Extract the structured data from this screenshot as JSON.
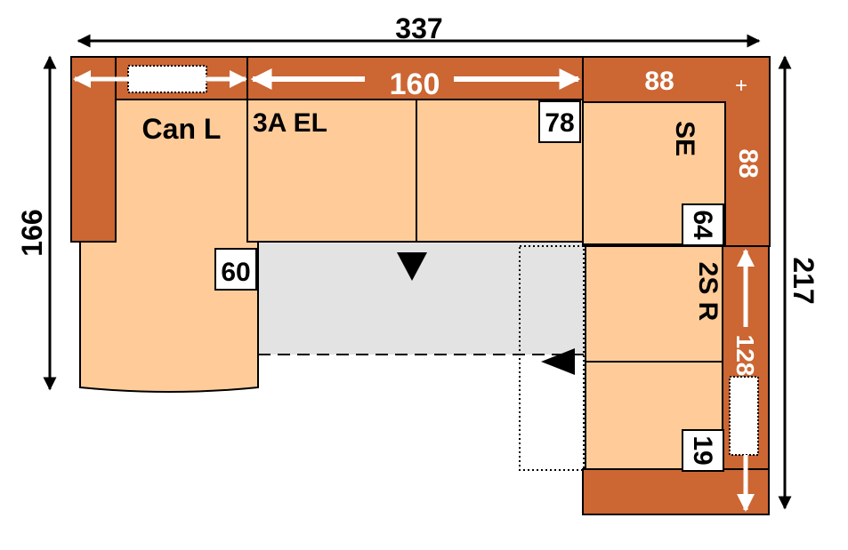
{
  "dimensions": {
    "total_width": "337",
    "left_depth": "166",
    "right_depth": "217",
    "back_center": "160",
    "corner_width": "88",
    "corner_depth": "88",
    "right_side": "128"
  },
  "modules": {
    "chaise": "Can L",
    "three_seat": "3A EL",
    "corner": "SE",
    "two_seat": "2S R"
  },
  "seat_depths": {
    "chaise": "60",
    "three_seat": "78",
    "corner": "64",
    "two_seat": "19"
  },
  "colors": {
    "seat": "#FFCC99",
    "frame": "#CC6633",
    "floor": "#E3E3E3",
    "outline": "#000000"
  }
}
